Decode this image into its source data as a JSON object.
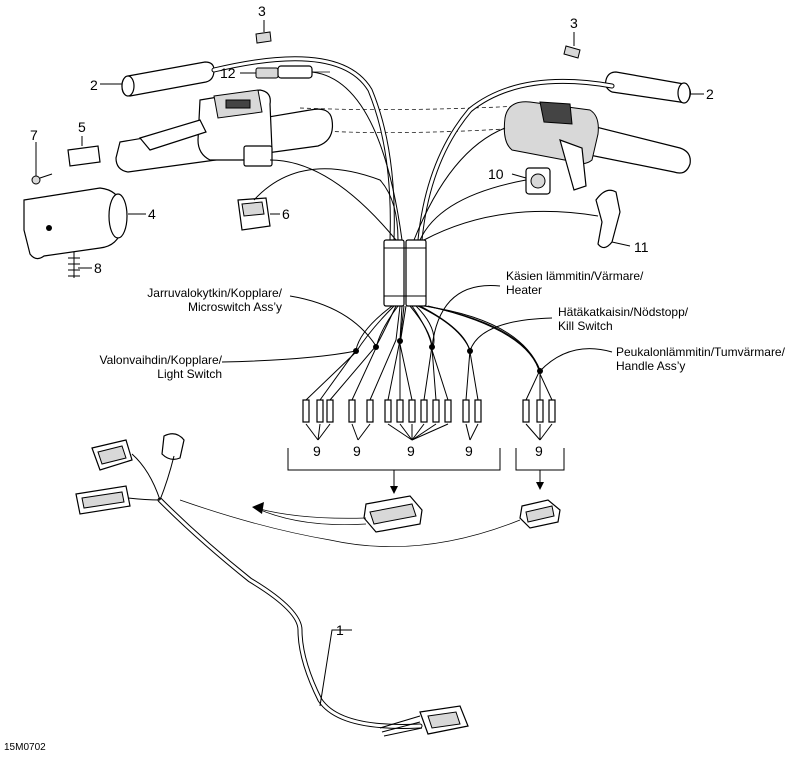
{
  "callouts": {
    "c1": "1",
    "c2a": "2",
    "c2b": "2",
    "c3a": "3",
    "c3b": "3",
    "c4": "4",
    "c5": "5",
    "c6": "6",
    "c7": "7",
    "c8": "8",
    "c9a": "9",
    "c9b": "9",
    "c9c": "9",
    "c9d": "9",
    "c9e": "9",
    "c10": "10",
    "c11": "11",
    "c12": "12"
  },
  "labels": {
    "brake_l1": "Jarruvalokytkin/Kopplare/",
    "brake_l2": "Microswitch Ass’y",
    "light_l1": "Valonvaihdin/Kopplare/",
    "light_l2": "Light Switch",
    "heater_l1": "Käsien lämmitin/Värmare/",
    "heater_l2": "Heater",
    "kill_l1": "Hätäkatkaisin/Nödstopp/",
    "kill_l2": "Kill Switch",
    "thumb_l1": "Peukalonlämmitin/Tumvärmare/",
    "thumb_l2": "Handle Ass’y"
  },
  "figure_code": "15M0702"
}
